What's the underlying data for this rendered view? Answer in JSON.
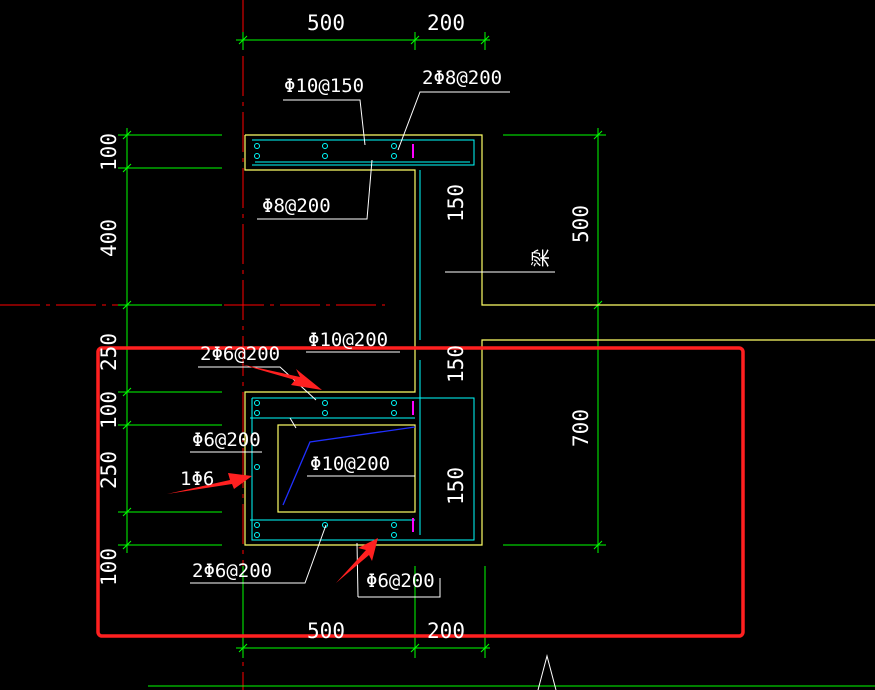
{
  "dimensions": {
    "top_500": "500",
    "top_200": "200",
    "bottom_500": "500",
    "bottom_200": "200",
    "left_100_a": "100",
    "left_400": "400",
    "left_250_a": "250",
    "left_100_b": "100",
    "left_250_b": "250",
    "left_100_c": "100",
    "right_500": "500",
    "right_700": "700",
    "inner_150_a": "150",
    "inner_150_b": "150",
    "inner_150_c": "150"
  },
  "rebar_labels": {
    "phi10_150": "Φ10@150",
    "two_phi8_200": "2Φ8@200",
    "phi8_200": "Φ8@200",
    "two_phi6_200_upper": "2Φ6@200",
    "phi10_200_upper": "Φ10@200",
    "phi6_200_left": "Φ6@200",
    "one_phi6": "1Φ6",
    "phi10_200_inner": "Φ10@200",
    "two_phi6_200_lower": "2Φ6@200",
    "phi6_200_lower": "Φ6@200"
  },
  "beam_label": "梁",
  "colors": {
    "dimension_line": "#00ff00",
    "concrete_outline": "#ffff66",
    "rebar": "#00ffff",
    "axis": "#ff0000",
    "leader": "#ffffff",
    "highlight_box": "#ff2020",
    "arrow": "#ff2020",
    "bent_bar": "#2030ff",
    "marker": "#ff00ff"
  }
}
